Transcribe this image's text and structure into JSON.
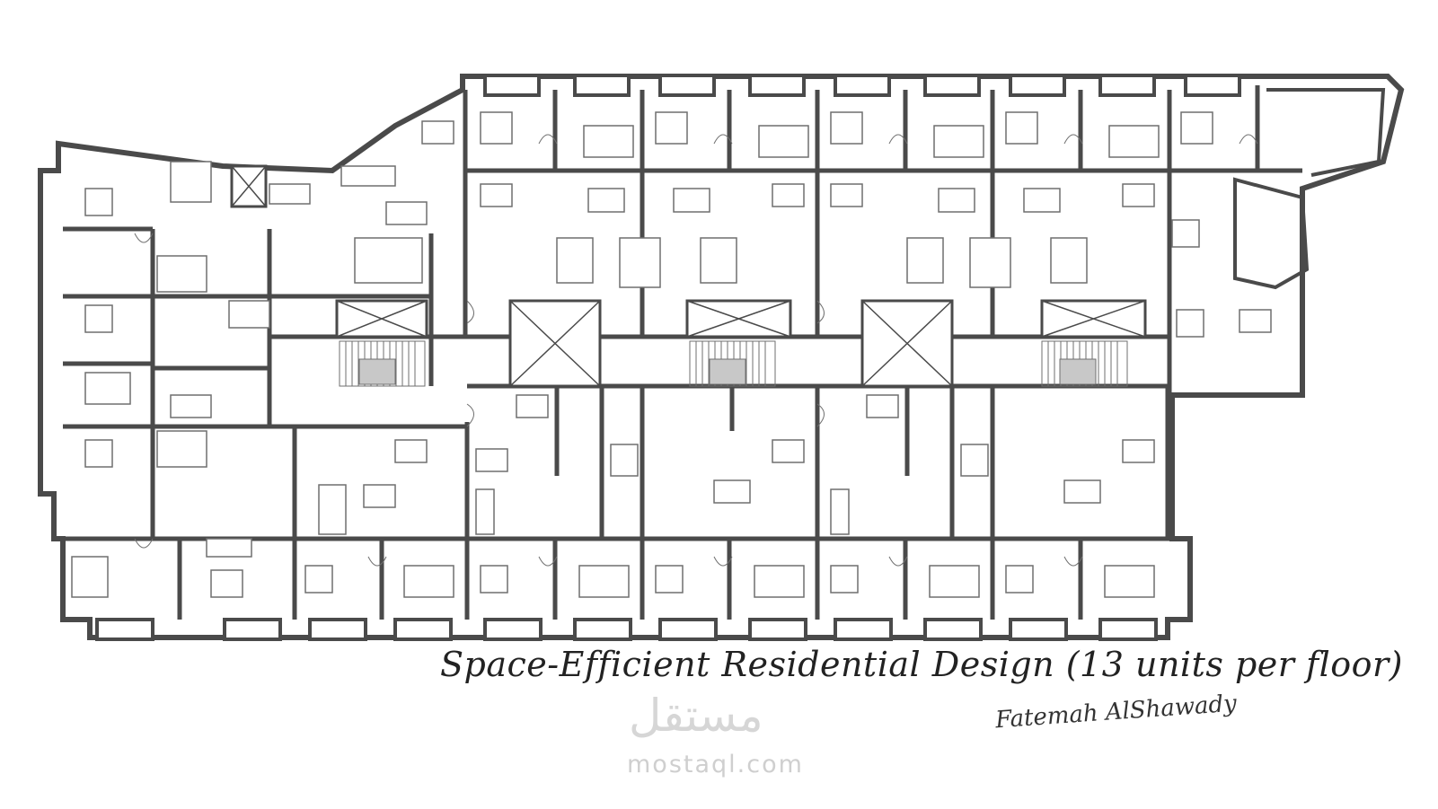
{
  "drawing": {
    "caption": "Space-Efficient Residential Design (13 units per floor)",
    "signature": "Fatemah AlShawady",
    "watermark_arabic": "مستقل",
    "watermark_url": "mostaql.com",
    "wall_color": "#4a4a4a",
    "fill_color": "#c8c8c8",
    "furniture_color": "#6f6f6f",
    "background_color": "#ffffff"
  }
}
